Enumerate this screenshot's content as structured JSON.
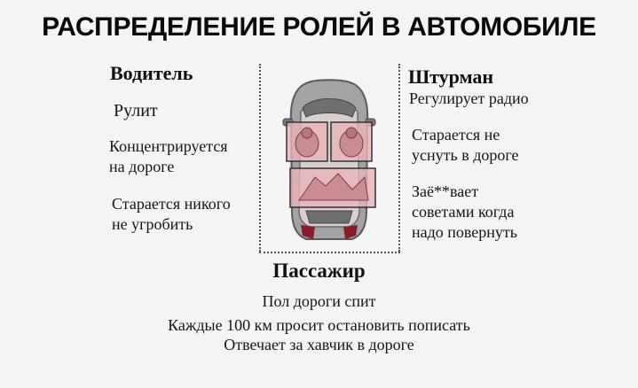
{
  "title": "РАСПРЕДЕЛЕНИЕ РОЛЕЙ В АВТОМОБИЛЕ",
  "driver": {
    "heading": "Водитель",
    "items": [
      "Рулит",
      "Концентрируется",
      "на дороге",
      "Старается никого",
      "не угробить"
    ]
  },
  "navigator": {
    "heading": "Штурман",
    "items": [
      "Регулирует радио",
      "Старается не",
      "уснуть в дороге",
      "Заё**вает",
      "советами когда",
      "надо повернуть"
    ]
  },
  "passenger": {
    "heading": "Пассажир",
    "items": [
      "Пол дороги спит",
      "Каждые 100 км  просит остановить  пописать",
      "Отвечает за  хавчик в дороге"
    ]
  },
  "colors": {
    "car_body": "#9a9a9a",
    "seat_highlight": "#e8b4b8",
    "tail_lights": "#8b1c2c"
  }
}
